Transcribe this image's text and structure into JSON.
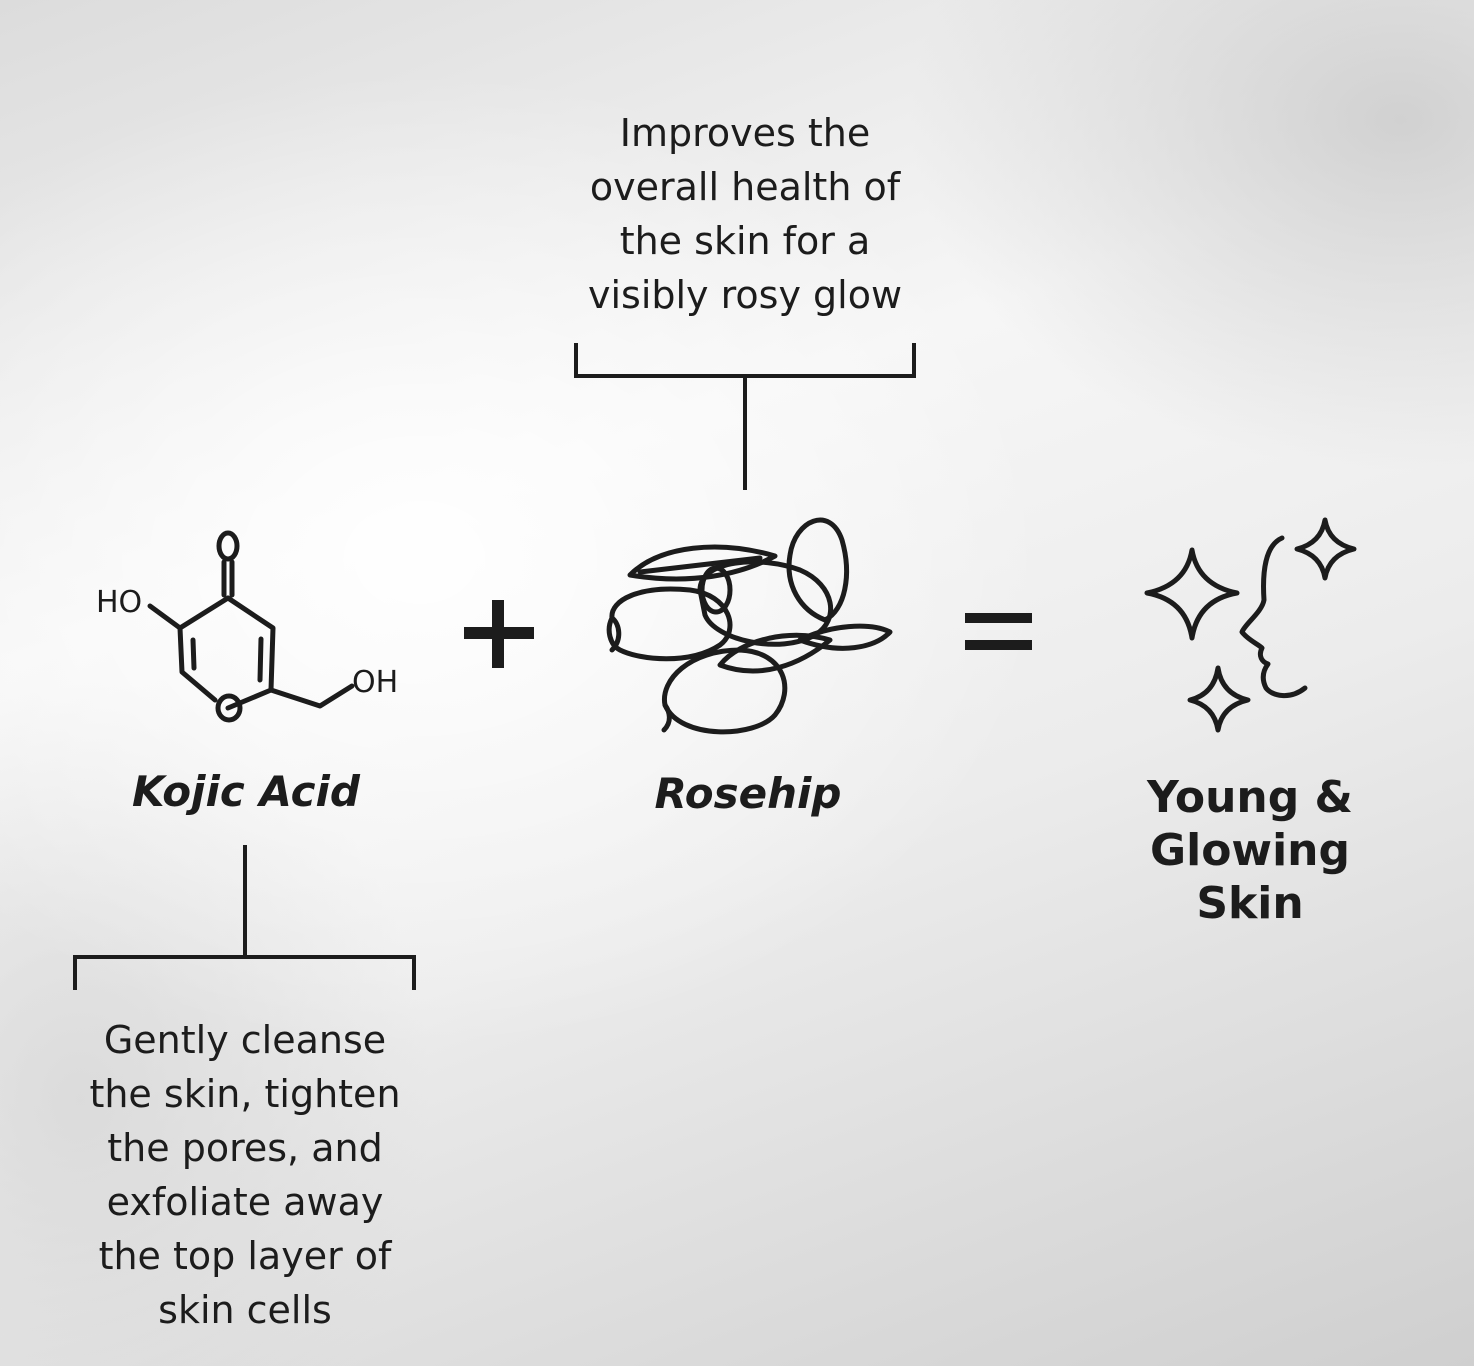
{
  "rosehip_description": "Improves the\noverall health of\nthe skin for a\nvisibly rosy glow",
  "kojic_description": "Gently cleanse\nthe skin, tighten\nthe pores, and\nexfoliate away\nthe top layer of\nskin cells",
  "ingredients": [
    {
      "name": "Kojic Acid",
      "icon": "kojic-acid-molecule-icon"
    },
    {
      "name": "Rosehip",
      "icon": "rosehip-icon"
    }
  ],
  "result": {
    "label": "Young &\nGlowing\nSkin",
    "icon": "sparkle-face-icon"
  },
  "molecule_labels": {
    "ho": "HO",
    "o_top": "O",
    "o_ring": "O",
    "oh": "OH"
  },
  "operators": {
    "plus": "+",
    "equals": "="
  },
  "colors": {
    "ink": "#1c1c1c"
  }
}
